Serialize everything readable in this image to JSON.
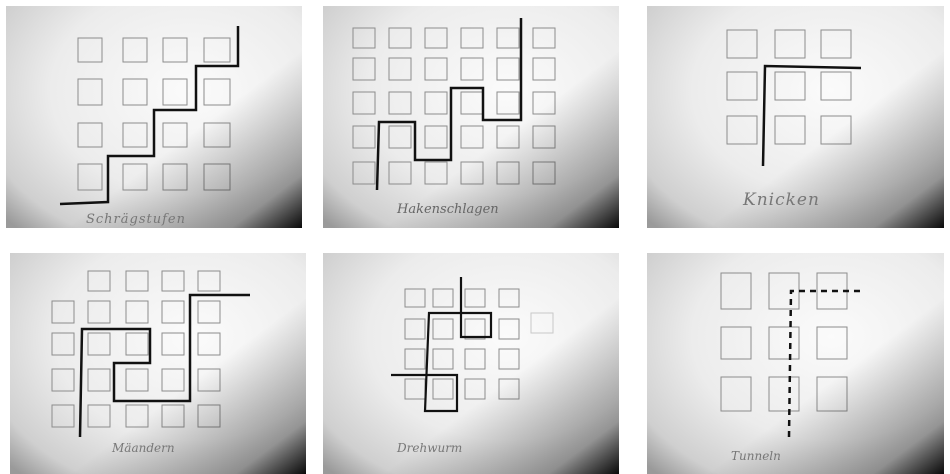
{
  "photos": [
    {
      "id": "p1",
      "caption": "Schrägstufen"
    },
    {
      "id": "p2",
      "caption": "Hakenschlagen"
    },
    {
      "id": "p3",
      "caption": "Knicken"
    },
    {
      "id": "p4",
      "caption": "Mäandern"
    },
    {
      "id": "p5",
      "caption": "Drehwurm"
    },
    {
      "id": "p6",
      "caption": "Tunneln"
    }
  ]
}
